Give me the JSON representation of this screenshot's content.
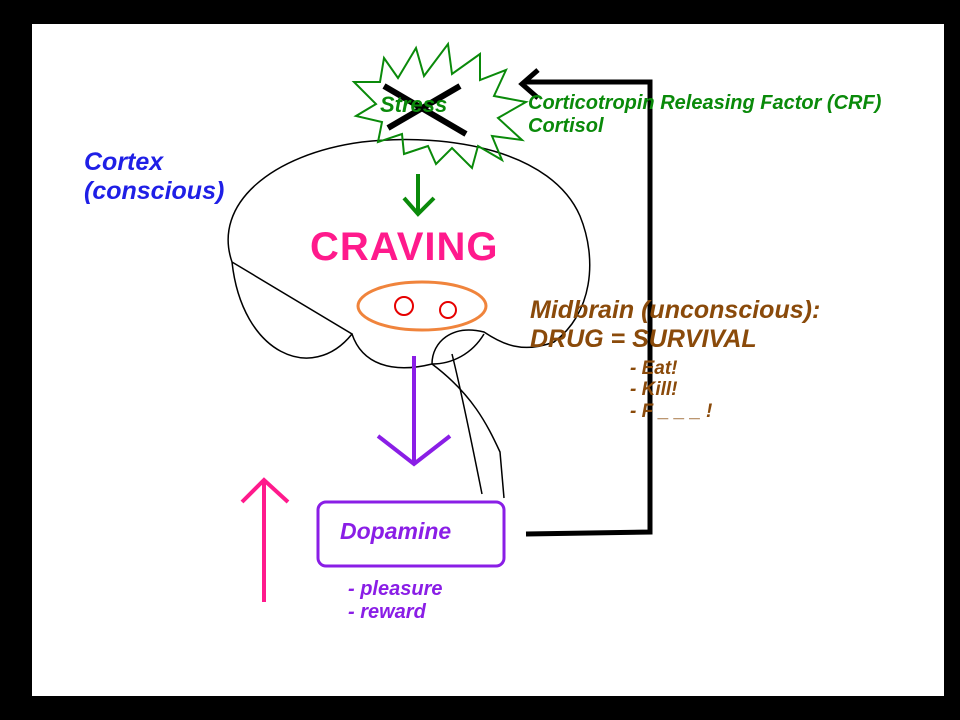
{
  "labels": {
    "stress": "Stress",
    "cortex": [
      "Cortex",
      "(conscious)"
    ],
    "craving": "CRAVING",
    "crf": "Corticotropin Releasing Factor (CRF)",
    "cortisol": "Cortisol",
    "midbrain": [
      "Midbrain (unconscious):",
      "DRUG = SURVIVAL"
    ],
    "midbrain_items": [
      "- Eat!",
      "- Kill!",
      "- F _ _ _ !"
    ],
    "dopamine": "Dopamine",
    "dopamine_items": [
      "- pleasure",
      "- reward"
    ]
  },
  "colors": {
    "background": "#000000",
    "slide": "#ffffff",
    "cortex": "#1f1fe6",
    "craving": "#ff1a8c",
    "stress": "#0a8a0a",
    "midbrain": "#8a4a0a",
    "dopamine": "#8a1ee6",
    "midbrain_oval": "#f0843c",
    "red_circles": "#e60000",
    "up_arrow": "#ff1a8c"
  }
}
